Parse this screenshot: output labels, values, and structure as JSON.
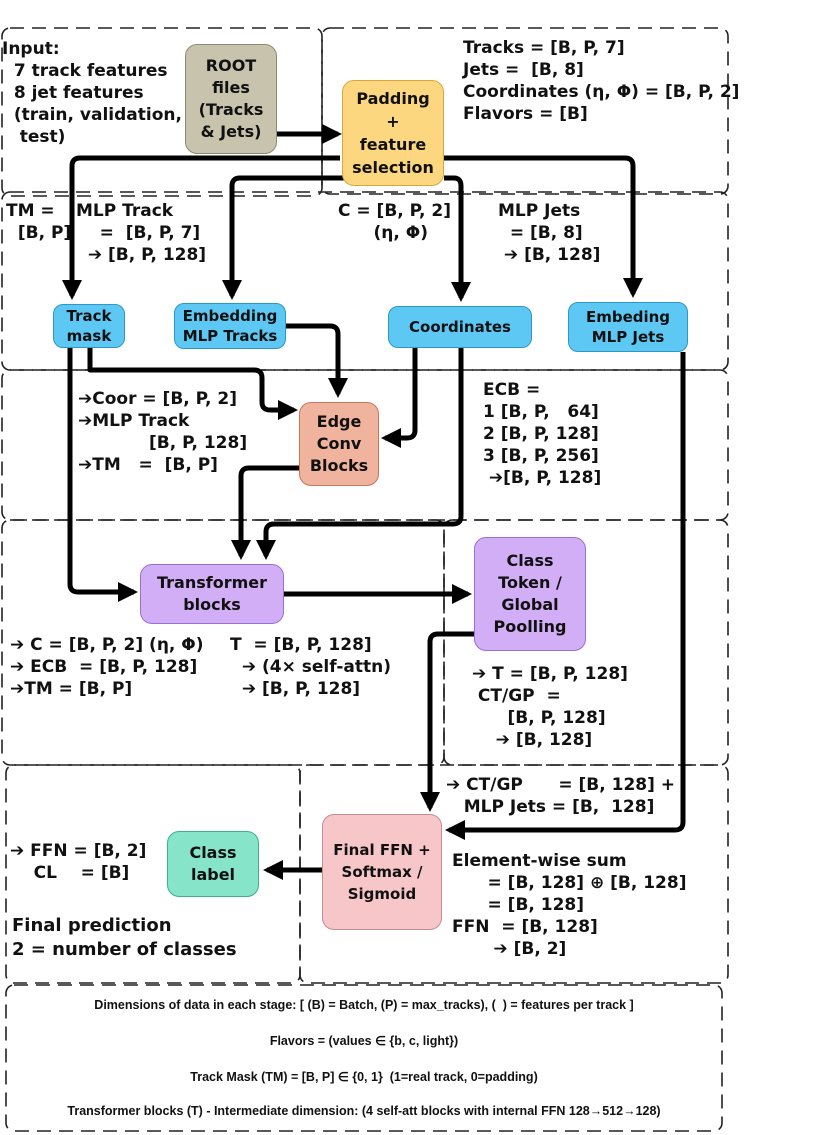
{
  "input_text": "Input:\n  7 track features\n  8 jet features\n  (train, validation,\n   test)",
  "shapes_text": "Tracks = [B, P, 7]\nJets =  [B, 8]\nCoordinates (η, Φ) = [B, P, 2]\nFlavors = [B]",
  "nodes": {
    "root": "ROOT\nfiles\n(Tracks\n& Jets)",
    "padding": "Padding\n+\nfeature\nselection",
    "track_mask": "Track\nmask",
    "embedding_tracks": "Embedding\nMLP Tracks",
    "coordinates": "Coordinates",
    "embedding_jets": "Embeding\nMLP Jets",
    "edgeconv": "Edge\nConv\nBlocks",
    "transformer": "Transformer\nblocks",
    "class_token": "Class\nToken /\nGlobal\nPoolling",
    "final_ffn": "Final FFN +\nSoftmax /\nSigmoid",
    "class_label": "Class\nlabel"
  },
  "annotations": {
    "tm": "TM =\n  [B, P]",
    "mlp_track": "MLP Track\n    =  [B, P, 7]\n  ➔ [B, P, 128]",
    "coord_c": "C = [B, P, 2]\n      (η, Φ)",
    "mlp_jets": "MLP Jets\n  = [B, 8]\n ➔ [B, 128]",
    "edgeconv_in": "➔Coor = [B, P, 2]\n➔MLP Track\n            [B, P, 128]\n➔TM   =  [B, P]",
    "ecb": "ECB =\n1 [B, P,   64]\n2 [B, P, 128]\n3 [B, P, 256]\n ➔[B, P, 128]",
    "transformer_c": "➔ C = [B, P, 2] (η, Φ)\n➔ ECB  = [B, P, 128]\n➔TM = [B, P]",
    "transformer_t": "T  = [B, P, 128]\n  ➔ (4× self-attn)\n  ➔ [B, P, 128]",
    "class_token_out": "➔ T = [B, P, 128]\n CT/GP  =\n      [B, P, 128]\n    ➔ [B, 128]",
    "ffn_in": "➔ CT/GP      = [B, 128] +\n   MLP Jets = [B,  128]",
    "elementwise": "Element-wise sum\n      = [B, 128] ⊕ [B, 128]\n      = [B, 128]\nFFN  = [B, 128]\n       ➔ [B, 2]",
    "ffn_out": "➔ FFN = [B, 2]\n    CL    = [B]",
    "final_prediction": "Final prediction\n2 = number of classes"
  },
  "footer": [
    "Dimensions of data in each stage: [ (B) = Batch, (P) = max_tracks), (  ) = features per track ]",
    "Flavors = (values ∈ {b, c, light})",
    "Track Mask (TM) = [B, P] ∈ {0, 1}  (1=real track, 0=padding)",
    "Transformer blocks (T) - Intermediate dimension: (4 self-att blocks with internal FFN 128→512→128)"
  ],
  "colors": {
    "root": "#c7c3ad",
    "padding": "#fcd77f",
    "blue_nodes": "#5ec8f4",
    "edgeconv": "#f0b39e",
    "purple_nodes": "#d2aef6",
    "final_ffn": "#f6c6c8",
    "class_label": "#86e4c8",
    "arrows": "#000000"
  }
}
